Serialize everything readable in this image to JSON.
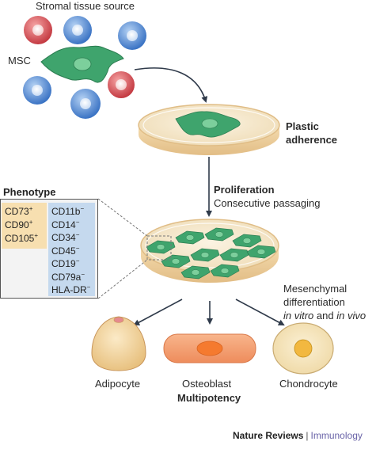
{
  "labels": {
    "source": "Stromal tissue source",
    "msc": "MSC",
    "plastic": "Plastic",
    "adherence": "adherence",
    "proliferation": "Proliferation",
    "passaging": "Consecutive passaging",
    "phenotype": "Phenotype",
    "mesenchymal": "Mesenchymal",
    "differentiation": "differentiation",
    "invitro_a": "in vitro",
    "invitro_and": " and ",
    "invitro_b": "in vivo",
    "adipocyte": "Adipocyte",
    "osteoblast": "Osteoblast",
    "chondrocyte": "Chondrocyte",
    "multipotency": "Multipotency"
  },
  "phenotype": {
    "positive": [
      {
        "name": "CD73",
        "sign": "+"
      },
      {
        "name": "CD90",
        "sign": "+"
      },
      {
        "name": "CD105",
        "sign": "+"
      }
    ],
    "negative": [
      {
        "name": "CD11b",
        "sign": "−"
      },
      {
        "name": "CD14",
        "sign": "−"
      },
      {
        "name": "CD34",
        "sign": "−"
      },
      {
        "name": "CD45",
        "sign": "−"
      },
      {
        "name": "CD19",
        "sign": "−"
      },
      {
        "name": "CD79a",
        "sign": "−"
      },
      {
        "name": "HLA-DR",
        "sign": "−"
      }
    ]
  },
  "footer": {
    "publisher": "Nature Reviews",
    "separator": "|",
    "journal": "Immunology"
  },
  "colors": {
    "red_cell": "#d9545a",
    "blue_cell": "#4f86d0",
    "msc_green": "#3a9f6a",
    "dish_rim": "#f0d3a2",
    "dish_inner": "#f6e8cc",
    "adipocyte": "#f2d49b",
    "osteoblast": "#f39b6b",
    "chondrocyte": "#f6e3b8"
  }
}
